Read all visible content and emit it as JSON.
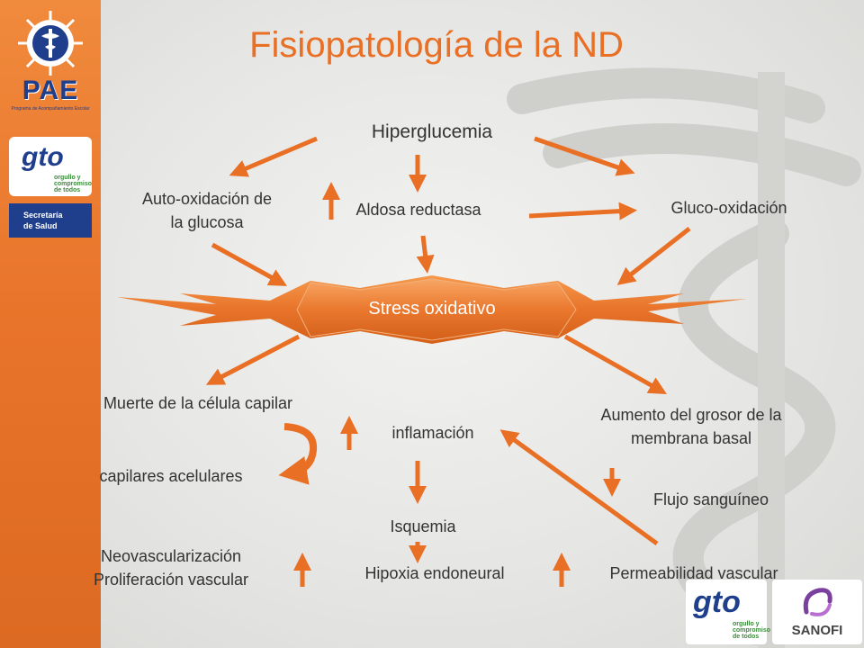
{
  "slide": {
    "title": "Fisiopatología de la ND"
  },
  "branding": {
    "pae": "PAE",
    "pae_subtitle": "Programa de Acompañamiento Escolar",
    "gto": "gto",
    "gto_slogan": "orgullo y compromiso de todos",
    "secretaria_line1": "Secretaría",
    "secretaria_line2": "de Salud",
    "sanofi": "SANOFI",
    "accent_color": "#e86f24",
    "navy_color": "#1f3e8c"
  },
  "diagram": {
    "hiperglucemia": "Hiperglucemia",
    "auto_oxidacion_l1": "Auto-oxidación de",
    "auto_oxidacion_l2": "la glucosa",
    "aldosa_reductasa": "Aldosa reductasa",
    "gluco_oxidacion": "Gluco-oxidación",
    "stress_oxidativo": "Stress oxidativo",
    "muerte_celula": "Muerte de la célula capilar",
    "capilares_acelulares": "capilares acelulares",
    "inflamacion": "inflamación",
    "aumento_grosor_l1": "Aumento del grosor de la",
    "aumento_grosor_l2": "membrana basal",
    "flujo_sanguineo": "Flujo sanguíneo",
    "isquemia": "Isquemia",
    "neovascularizacion": "Neovascularización",
    "proliferacion": "Proliferación vascular",
    "hipoxia": "Hipoxia endoneural",
    "permeabilidad": "Permeabilidad vascular"
  }
}
